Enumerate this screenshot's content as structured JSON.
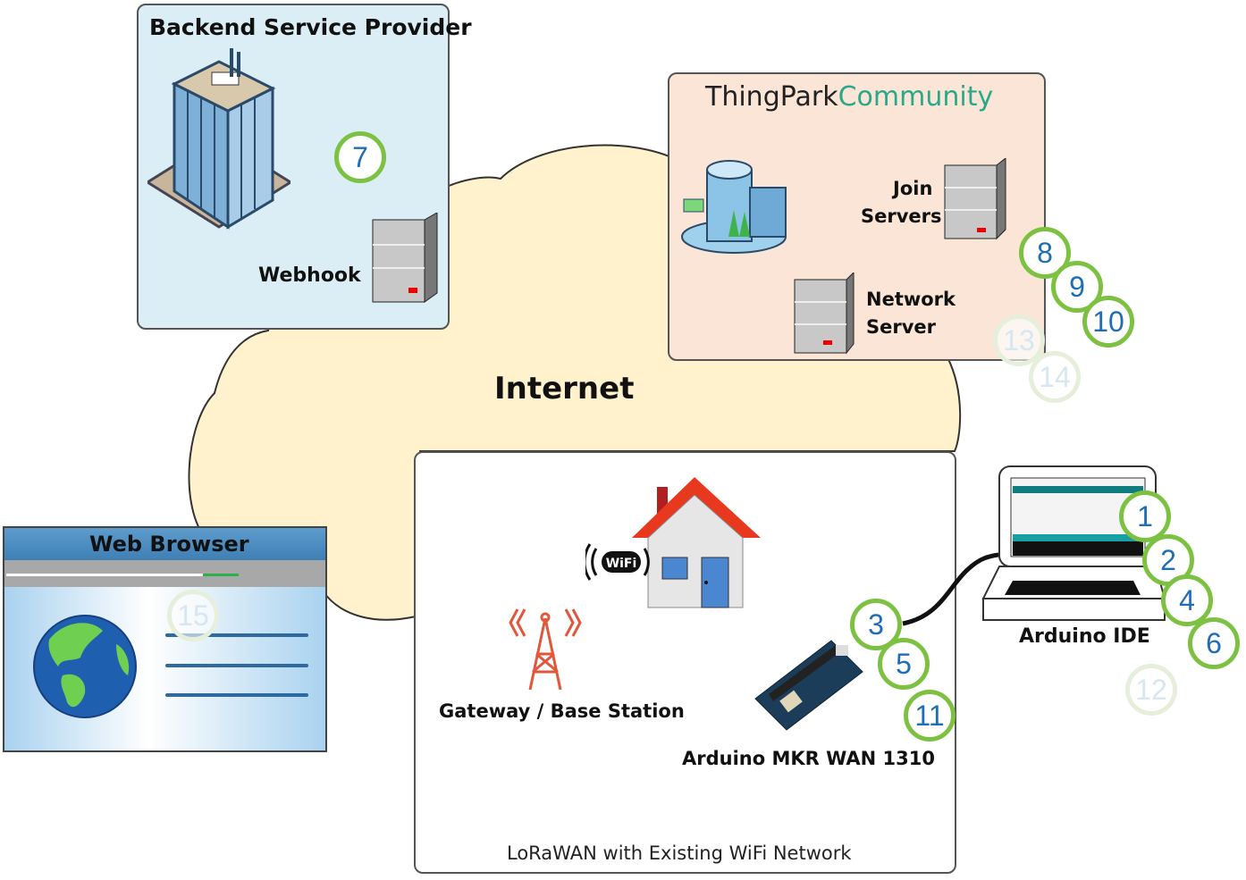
{
  "cloud": {
    "label": "Internet",
    "fill": "#fff2cc"
  },
  "backend": {
    "title": "Backend Service Provider",
    "webhook_label": "Webhook",
    "fill": "#dbeef5"
  },
  "thingpark": {
    "title_part1": "ThingPark",
    "title_part2": "Community",
    "join_label_1": "Join",
    "join_label_2": "Servers",
    "network_label_1": "Network",
    "network_label_2": "Server",
    "fill": "#fbe5d6",
    "accent": "#2aa889"
  },
  "browser": {
    "title": "Web Browser"
  },
  "lorawan": {
    "gateway_label": "Gateway / Base Station",
    "arduino_label": "Arduino MKR WAN 1310",
    "caption": "LoRaWAN with Existing WiFi Network",
    "wifi_text": "WiFi"
  },
  "laptop": {
    "label": "Arduino IDE"
  },
  "steps": {
    "s1": "1",
    "s2": "2",
    "s3": "3",
    "s4": "4",
    "s5": "5",
    "s6": "6",
    "s7": "7",
    "s8": "8",
    "s9": "9",
    "s10": "10",
    "s11": "11",
    "s12": "12",
    "s13": "13",
    "s14": "14",
    "s15": "15"
  },
  "colors": {
    "badge_ring": "#7cc142",
    "badge_text": "#1f6db5"
  }
}
